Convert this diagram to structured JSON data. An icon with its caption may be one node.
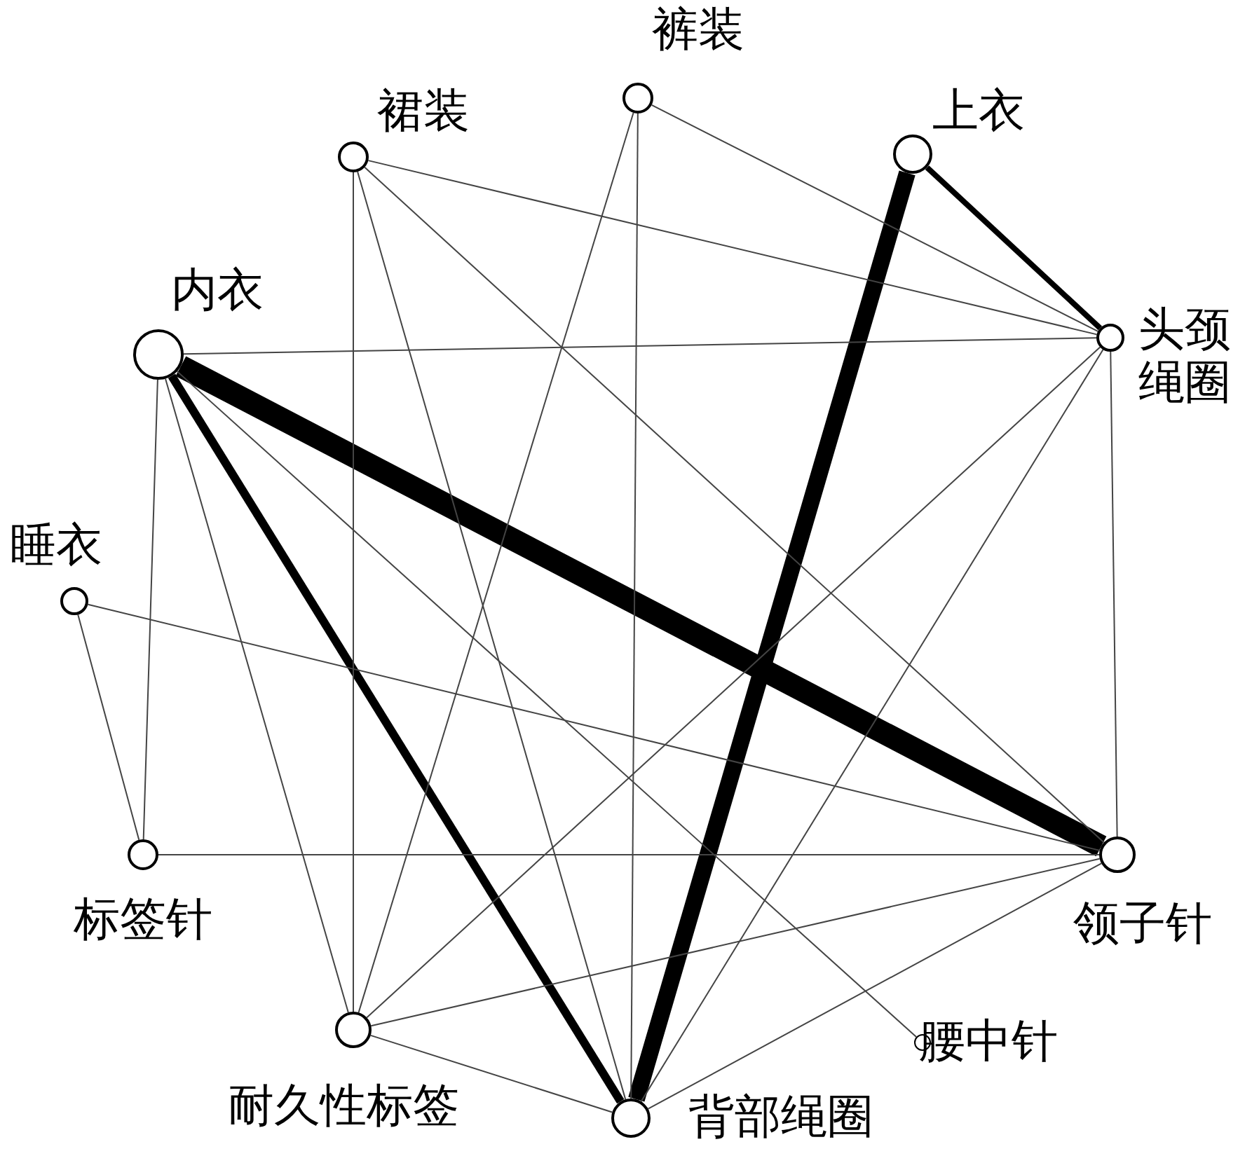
{
  "diagram": {
    "nodes": [
      {
        "text": [
          "裤装"
        ]
      },
      {
        "text": [
          "裙装"
        ]
      },
      {
        "text": [
          "上衣"
        ]
      },
      {
        "text": [
          "内衣"
        ]
      },
      {
        "text": [
          "头颈绳圈"
        ]
      },
      {
        "text": [
          "睡衣"
        ]
      },
      {
        "text": [
          "标签针"
        ]
      },
      {
        "text": [
          "领子针"
        ]
      },
      {
        "text": [
          "耐久性标签"
        ]
      },
      {
        "text": [
          "腰中针"
        ]
      },
      {
        "text": [
          "背部绳圈"
        ]
      }
    ],
    "edges": [
      {
        "from": 3,
        "to": 7,
        "arrow": "none",
        "style": "thick"
      },
      {
        "from": 2,
        "to": 10,
        "arrow": "none",
        "style": "thick"
      },
      {
        "from": 3,
        "to": 10,
        "arrow": "none",
        "style": "thick"
      },
      {
        "from": 2,
        "to": 4,
        "arrow": "none",
        "style": "thick"
      },
      {
        "from": 3,
        "to": 4,
        "arrow": "none"
      },
      {
        "from": 3,
        "to": 6,
        "arrow": "none"
      },
      {
        "from": 3,
        "to": 8,
        "arrow": "none"
      },
      {
        "from": 3,
        "to": 9,
        "arrow": "none"
      },
      {
        "from": 1,
        "to": 4,
        "arrow": "none"
      },
      {
        "from": 1,
        "to": 8,
        "arrow": "none"
      },
      {
        "from": 1,
        "to": 10,
        "arrow": "none"
      },
      {
        "from": 1,
        "to": 7,
        "arrow": "none"
      },
      {
        "from": 0,
        "to": 4,
        "arrow": "none"
      },
      {
        "from": 0,
        "to": 10,
        "arrow": "none"
      },
      {
        "from": 0,
        "to": 8,
        "arrow": "none"
      },
      {
        "from": 4,
        "to": 7,
        "arrow": "none"
      },
      {
        "from": 4,
        "to": 8,
        "arrow": "none"
      },
      {
        "from": 4,
        "to": 10,
        "arrow": "none"
      },
      {
        "from": 5,
        "to": 6,
        "arrow": "none"
      },
      {
        "from": 5,
        "to": 7,
        "arrow": "none"
      },
      {
        "from": 6,
        "to": 7,
        "arrow": "none"
      },
      {
        "from": 8,
        "to": 7,
        "arrow": "none"
      },
      {
        "from": 8,
        "to": 10,
        "arrow": "none"
      },
      {
        "from": 10,
        "to": 7,
        "arrow": "none"
      }
    ]
  }
}
